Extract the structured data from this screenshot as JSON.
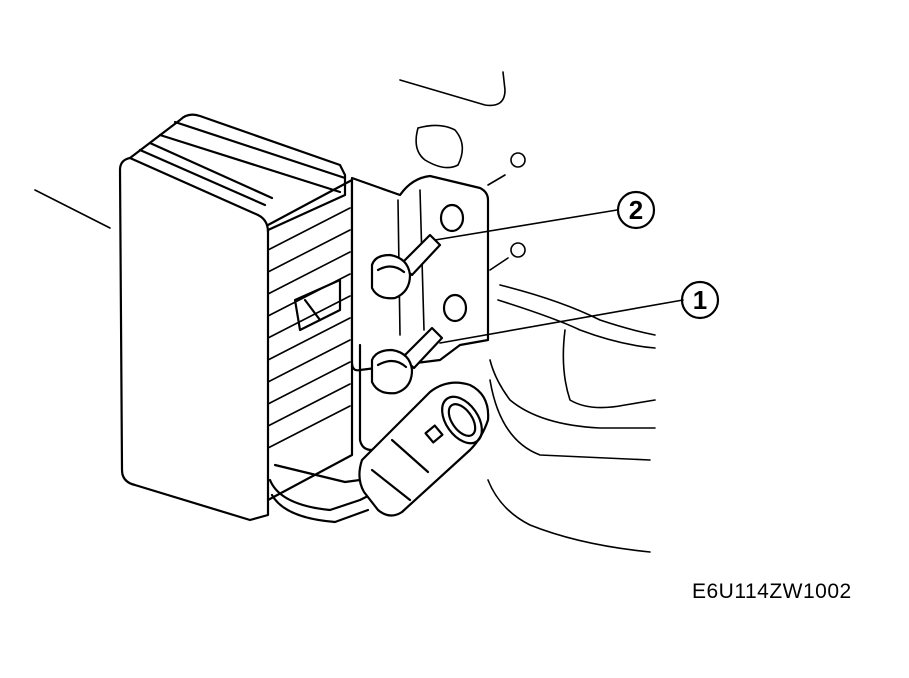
{
  "figure": {
    "code": "E6U114ZW1002",
    "callouts": [
      {
        "id": "callout-1",
        "label": "1"
      },
      {
        "id": "callout-2",
        "label": "2"
      }
    ]
  }
}
